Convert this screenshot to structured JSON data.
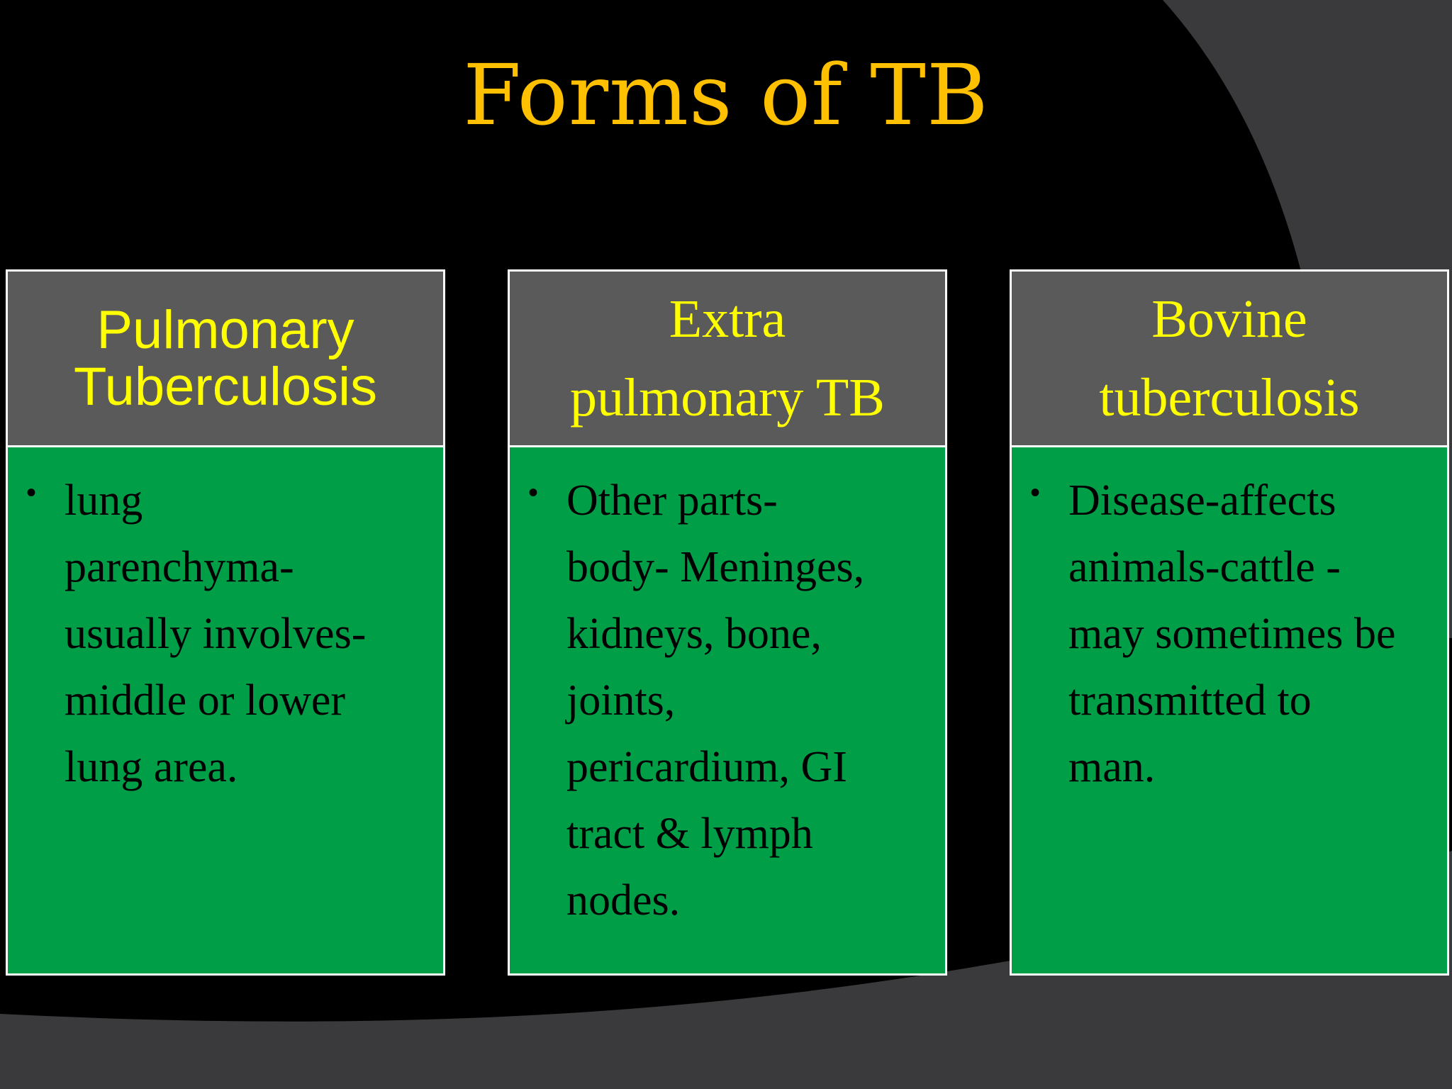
{
  "slide": {
    "title": "Forms of TB",
    "colors": {
      "title": "#ffc000",
      "header_text": "#ffff00",
      "header_bg": "#5a5a5a",
      "body_bg": "#009e47",
      "border": "#ffffff",
      "background": "#000000",
      "swoosh": "#3a3a3c"
    },
    "boxes": [
      {
        "header": "Pulmonary\nTuberculosis",
        "body": "lung\nparenchyma-\nusually involves-\nmiddle or lower\nlung area."
      },
      {
        "header": "Extra\npulmonary TB",
        "body": "Other parts-\nbody- Meninges,\nkidneys, bone,\njoints,\npericardium, GI\ntract & lymph\nnodes."
      },
      {
        "header": "Bovine\ntuberculosis",
        "body": "Disease-affects\nanimals-cattle -\nmay sometimes be\ntransmitted to\nman."
      }
    ]
  }
}
